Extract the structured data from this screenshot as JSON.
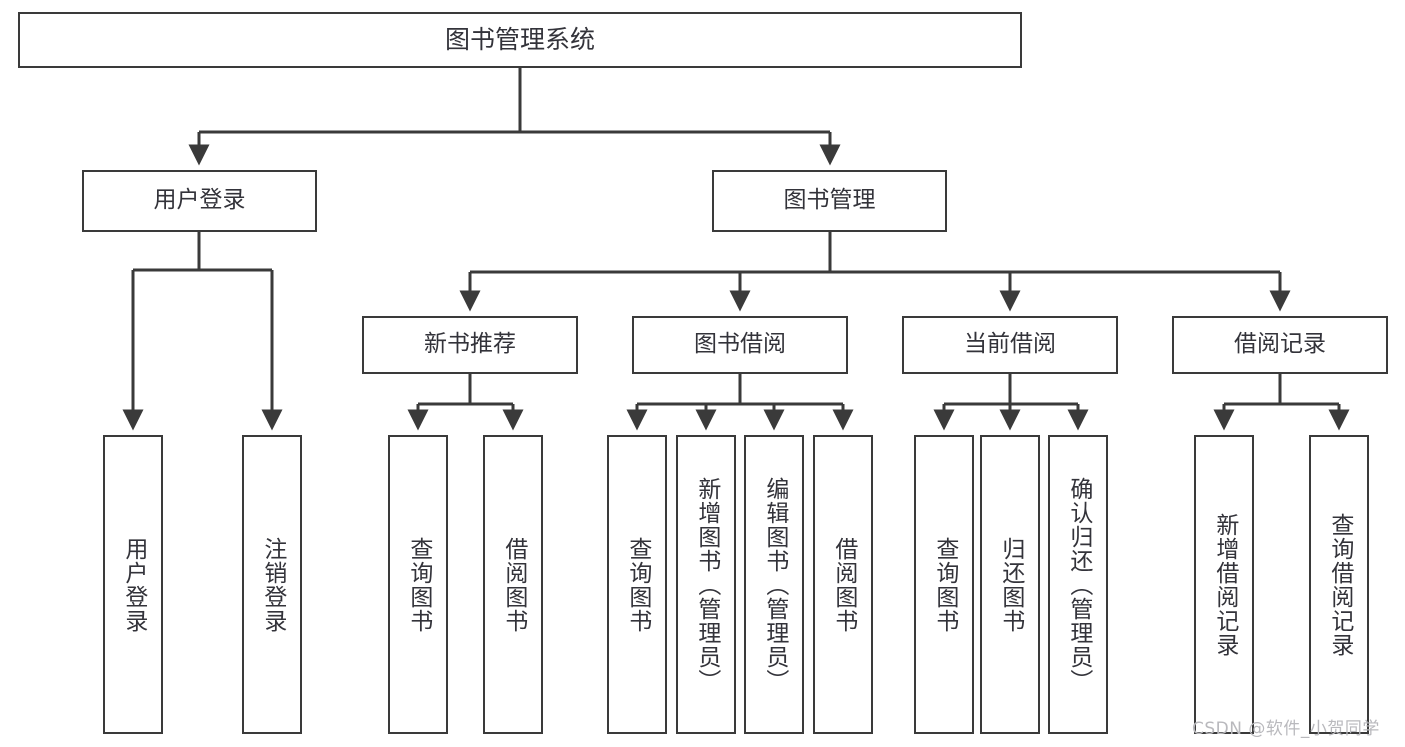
{
  "diagram": {
    "title": "图书管理系统",
    "type": "tree-hierarchy-diagram",
    "colors": {
      "box_border": "#3a3a3a",
      "box_fill": "#ffffff",
      "text": "#33333a",
      "connector": "#3a3a3a",
      "watermark": "#b9b9bd"
    },
    "root": {
      "label": "图书管理系统"
    },
    "level1": [
      {
        "label": "用户登录"
      },
      {
        "label": "图书管理"
      }
    ],
    "level2": [
      {
        "label": "新书推荐"
      },
      {
        "label": "图书借阅"
      },
      {
        "label": "当前借阅"
      },
      {
        "label": "借阅记录"
      }
    ],
    "leaves": {
      "user_login": [
        {
          "label": "用户登录"
        },
        {
          "label": "注销登录"
        }
      ],
      "new_book_recommendation": [
        {
          "label": "查询图书"
        },
        {
          "label": "借阅图书"
        }
      ],
      "book_borrowing": [
        {
          "label": "查询图书"
        },
        {
          "label": "新增图书（管理员）"
        },
        {
          "label": "编辑图书（管理员）"
        },
        {
          "label": "借阅图书"
        }
      ],
      "current_borrowing": [
        {
          "label": "查询图书"
        },
        {
          "label": "归还图书"
        },
        {
          "label": "确认归还（管理员）"
        }
      ],
      "borrowing_records": [
        {
          "label": "新增借阅记录"
        },
        {
          "label": "查询借阅记录"
        }
      ]
    },
    "watermark": "CSDN @软件_小贺同学"
  }
}
